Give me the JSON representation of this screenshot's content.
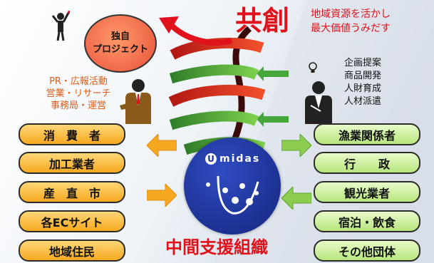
{
  "kyoso": "共創",
  "tagline": [
    "地域資源を活かし",
    "最大価値うみだす"
  ],
  "project_bubble": [
    "独自",
    "プロジェクト"
  ],
  "left_activities": [
    "PR・広報活動",
    "営業・リサーチ",
    "事務局・運営"
  ],
  "right_services": [
    "企画提案",
    "商品開発",
    "人財育成",
    "人材派遣"
  ],
  "left_targets": [
    "消　費　者",
    "加工業者",
    "産　直　市",
    "各ECサイト",
    "地域住民"
  ],
  "right_partners": [
    "漁業関係者",
    "行　　政",
    "観光業者",
    "宿泊・飲食",
    "その他団体"
  ],
  "logo_text": "midas",
  "logo_letter": "U",
  "center_label": "中間支援組織",
  "colors": {
    "accent_red": "#e0111b",
    "orange": "#f6a920",
    "green": "#8ccd4f",
    "navy": "#1b2f9a"
  }
}
